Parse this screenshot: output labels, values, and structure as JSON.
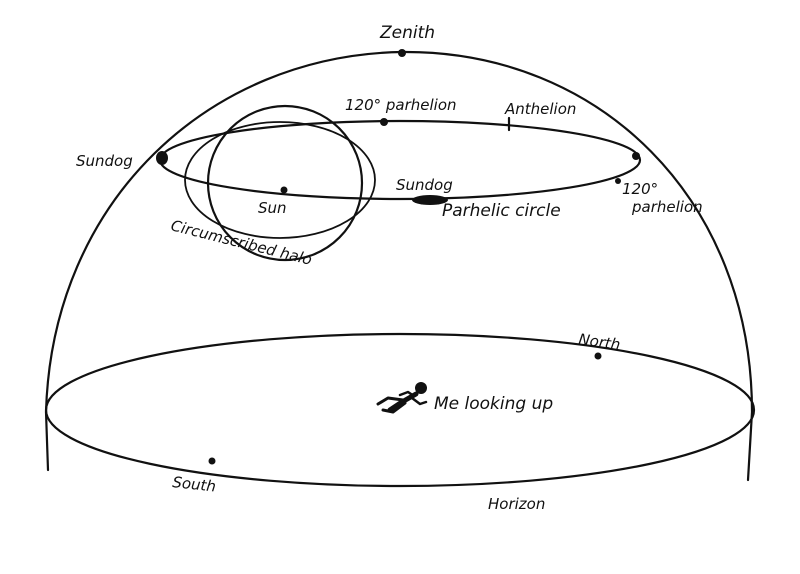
{
  "labels": {
    "zenith": "Zenith",
    "parhelion_120_top": "120° parhelion",
    "anthelion": "Anthelion",
    "sundog_left": "Sundog",
    "sundog_right": "Sundog",
    "sun": "Sun",
    "parhelic_circle": "Parhelic circle",
    "parhelion_120_right_line1": "120°",
    "parhelion_120_right_line2": "parhelion",
    "circumscribed_halo": "Circumscribed halo",
    "north": "North",
    "me_looking_up": "Me looking up",
    "south": "South",
    "horizon": "Horizon"
  },
  "colors": {
    "ink": "#111111",
    "background": "#ffffff"
  }
}
